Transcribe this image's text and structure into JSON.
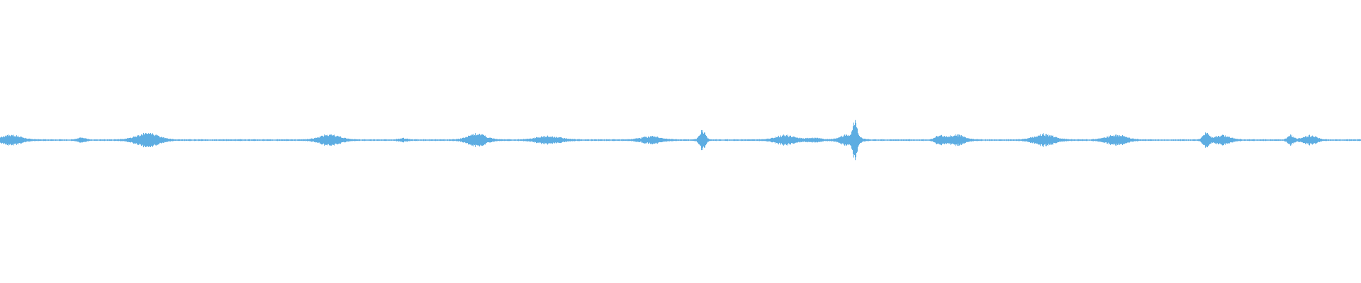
{
  "waveform": {
    "color": "#5DADE2",
    "baseline_color": "#5DADE2",
    "bursts": [
      {
        "time": 0.008,
        "spread": 0.01,
        "amplitude": 0.2
      },
      {
        "time": 0.06,
        "spread": 0.004,
        "amplitude": 0.08
      },
      {
        "time": 0.108,
        "spread": 0.011,
        "amplitude": 0.28
      },
      {
        "time": 0.242,
        "spread": 0.01,
        "amplitude": 0.22
      },
      {
        "time": 0.296,
        "spread": 0.004,
        "amplitude": 0.06
      },
      {
        "time": 0.35,
        "spread": 0.009,
        "amplitude": 0.26
      },
      {
        "time": 0.403,
        "spread": 0.012,
        "amplitude": 0.16
      },
      {
        "time": 0.478,
        "spread": 0.01,
        "amplitude": 0.14
      },
      {
        "time": 0.516,
        "spread": 0.003,
        "amplitude": 0.42
      },
      {
        "time": 0.577,
        "spread": 0.01,
        "amplitude": 0.2
      },
      {
        "time": 0.598,
        "spread": 0.007,
        "amplitude": 0.08
      },
      {
        "time": 0.624,
        "spread": 0.008,
        "amplitude": 0.24
      },
      {
        "time": 0.628,
        "spread": 0.002,
        "amplitude": 0.7
      },
      {
        "time": 0.69,
        "spread": 0.004,
        "amplitude": 0.18
      },
      {
        "time": 0.702,
        "spread": 0.008,
        "amplitude": 0.22
      },
      {
        "time": 0.767,
        "spread": 0.01,
        "amplitude": 0.24
      },
      {
        "time": 0.82,
        "spread": 0.01,
        "amplitude": 0.2
      },
      {
        "time": 0.886,
        "spread": 0.003,
        "amplitude": 0.3
      },
      {
        "time": 0.898,
        "spread": 0.008,
        "amplitude": 0.18
      },
      {
        "time": 0.948,
        "spread": 0.003,
        "amplitude": 0.2
      },
      {
        "time": 0.962,
        "spread": 0.007,
        "amplitude": 0.18
      }
    ]
  }
}
